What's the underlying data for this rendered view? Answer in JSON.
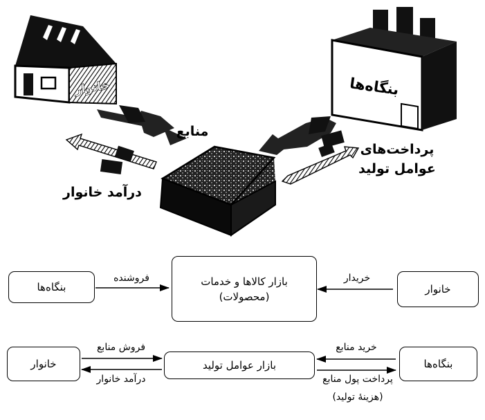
{
  "illustration": {
    "firm_sign": "بنگاه‌ها",
    "household_sign": "خانوار",
    "label_resources": "منابع",
    "label_factor_payments_line1": "پرداخت‌های",
    "label_factor_payments_line2": "عوامل تولید",
    "label_household_income": "درآمد خانوار"
  },
  "goods_market": {
    "market_line1": "بازار کالاها و خدمات",
    "market_line2": "(محصولات)",
    "left_box": "بنگاه‌ها",
    "right_box": "خانوار",
    "left_flow": "فروشنده",
    "right_flow": "خریدار"
  },
  "factor_market": {
    "market": "بازار عوامل تولید",
    "left_box": "خانوار",
    "right_box": "بنگاه‌ها",
    "left_top_flow": "فروش منابع",
    "left_bottom_flow": "درآمد خانوار",
    "right_top_flow": "خرید منابع",
    "right_bottom_flow_line1": "پرداخت پول منابع",
    "right_bottom_flow_line2": "(هزینهٔ تولید)"
  }
}
